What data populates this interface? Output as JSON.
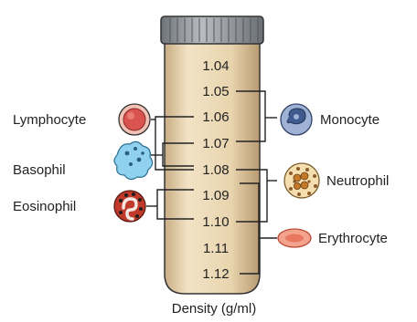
{
  "diagram": {
    "caption": "Density (g/ml)",
    "densities": [
      "1.04",
      "1.05",
      "1.06",
      "1.07",
      "1.08",
      "1.09",
      "1.10",
      "1.11",
      "1.12"
    ],
    "left_cells": {
      "lymphocyte": "Lymphocyte",
      "basophil": "Basophil",
      "eosinophil": "Eosinophil"
    },
    "right_cells": {
      "monocyte": "Monocyte",
      "neutrophil": "Neutrophil",
      "erythrocyte": "Erythrocyte"
    }
  },
  "colors": {
    "tube_fill": "#ecd9b5",
    "cap": "#8a8f95",
    "monocyte": "#6f86b8",
    "basophil": "#7fc7e6",
    "erythrocyte": "#f29b86",
    "lymphocyte": "#e8867a"
  }
}
